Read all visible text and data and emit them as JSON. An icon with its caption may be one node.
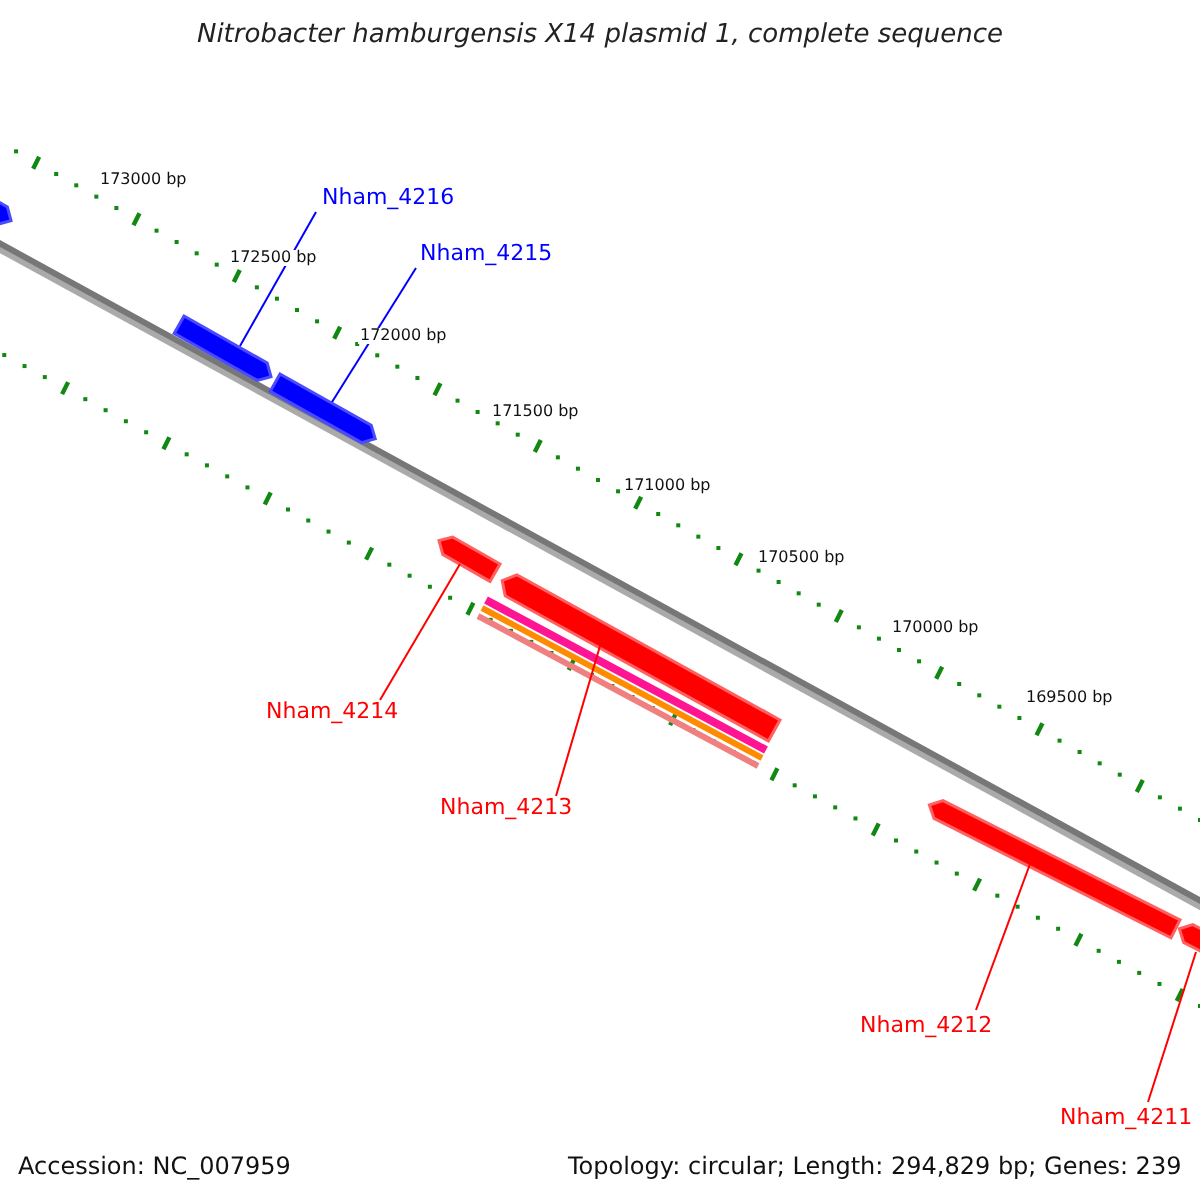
{
  "diagram": {
    "title": "Nitrobacter hamburgensis X14 plasmid 1, complete sequence",
    "nodes": [
      {
        "text": [],
        "shape": "bar"
      },
      {
        "text": [
          "Nham_4216"
        ]
      },
      {
        "text": [
          "Nham_4215"
        ]
      },
      {
        "text": [],
        "shape": "bar"
      },
      {
        "text": [],
        "shape": "bar"
      },
      {
        "text": [],
        "shape": "bar"
      },
      {
        "text": [],
        "shape": "bar"
      },
      {
        "text": [
          "Nham_4214"
        ]
      },
      {
        "text": [
          "Nham_4213"
        ]
      },
      {
        "text": [],
        "shape": "bar"
      },
      {
        "text": [],
        "shape": "bar"
      },
      {
        "text": [
          "Nham_4212"
        ]
      },
      {
        "text": [
          "Nham_4211"
        ]
      }
    ],
    "edges": [
      {
        "from": 1,
        "to": 3,
        "arrow": "none",
        "color": "#0000ff"
      },
      {
        "from": 2,
        "to": 4,
        "arrow": "none",
        "color": "#0000ff"
      },
      {
        "from": 7,
        "to": 5,
        "arrow": "none"
      },
      {
        "from": 8,
        "to": 6,
        "arrow": "none"
      },
      {
        "from": 11,
        "to": 9,
        "arrow": "none"
      },
      {
        "from": 12,
        "to": 10,
        "arrow": "none"
      }
    ],
    "labels": [
      "173000 bp",
      "172500 bp",
      "172000 bp",
      "171500 bp",
      "171000 bp",
      "170500 bp",
      "170000 bp",
      "169500 bp",
      "Accession: NC_007959",
      "Topology: circular; Length: 294,829 bp; Genes: 239"
    ]
  }
}
